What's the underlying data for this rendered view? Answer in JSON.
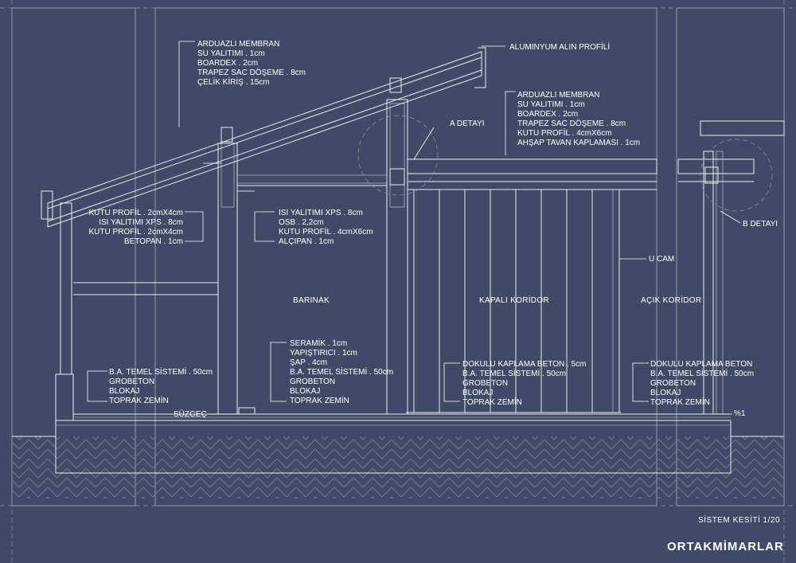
{
  "labels": {
    "roof": [
      "ARDUAZLI MEMBRAN",
      "SU YALITIMI . 1cm",
      "BOARDEX . 2cm",
      "TRAPEZ SAC DÖŞEME . 8cm",
      "ÇELİK KİRİŞ . 15cm"
    ],
    "fascia": "ALUMINYUM ALIN PROFİLİ",
    "a_detail": "A DETAYI",
    "flat_roof": [
      "ARDUAZLI MEMBRAN",
      "SU YALITIMI . 1cm",
      "BOARDEX . 2cm",
      "TRAPEZ SAC DÖŞEME . 8cm",
      "KUTU PROFİL . 4cmX6cm",
      "AHŞAP TAVAN KAPLAMASI . 1cm"
    ],
    "left_wall": [
      "KUTU PROFİL . 2cmX4cm",
      "ISI YALITIMI XPS . 8cm",
      "KUTU PROFİL . 2cmX4cm",
      "BETOPAN . 1cm"
    ],
    "mid_wall": [
      "ISI YALITIMI XPS . 8cm",
      "OSB . 2,2cm",
      "KUTU PROFİL . 4cmX6cm",
      "ALÇIPAN . 1cm"
    ],
    "b_detail": "B DETAYI",
    "u_glass": "U CAM",
    "rooms": [
      "BARINAK",
      "KAPALI KORİDOR",
      "AÇIK KORİDOR"
    ],
    "floor_left": [
      "B.A. TEMEL SİSTEMİ . 50cm",
      "GROBETON",
      "BLOKAJ",
      "TOPRAK ZEMİN"
    ],
    "floor_mid": [
      "SERAMİK . 1cm",
      "YAPIŞTIRICI . 1cm",
      "ŞAP . 4cm",
      "B.A. TEMEL SİSTEMİ . 50cm",
      "GROBETON",
      "BLOKAJ",
      "TOPRAK ZEMİN"
    ],
    "drain": "SÜZGEÇ",
    "floor_corridor": [
      "DOKULU KAPLAMA BETON . 5cm",
      "B.A. TEMEL SİSTEMİ . 50cm",
      "GROBETON",
      "BLOKAJ",
      "TOPRAK ZEMİN"
    ],
    "floor_open": [
      "DOKULU KAPLAMA BETON",
      "B.A. TEMEL SİSTEMİ . 50cm",
      "GROBETON",
      "BLOKAJ",
      "TOPRAK ZEMİN"
    ],
    "slope": "%1"
  },
  "title": "SİSTEM KESİTİ 1/20",
  "logo": "ORTAKMİMARLAR",
  "colors": {
    "background": "#3f4a66",
    "line": "#e8ecf4",
    "panel": "#47536f"
  }
}
